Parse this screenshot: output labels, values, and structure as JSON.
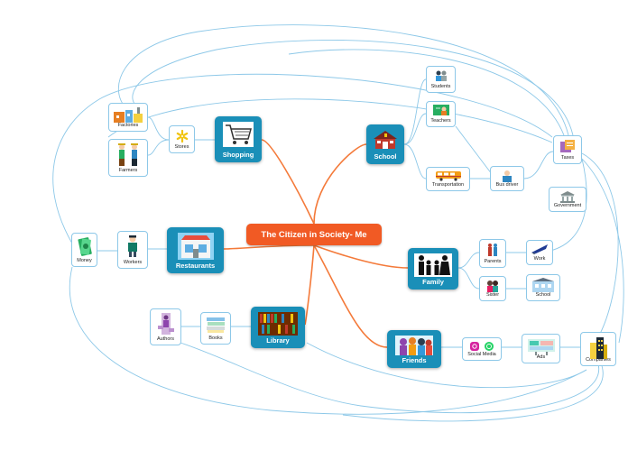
{
  "central": "The Citizen in Society- Me",
  "main_nodes": {
    "school": "School",
    "shopping": "Shopping",
    "family": "Family",
    "restaurants": "Restaurants",
    "library": "Library",
    "friends": "Friends"
  },
  "sub_nodes": {
    "students": "Students",
    "teachers": "Teachers",
    "transportation": "Transportation",
    "bus_driver": "Bus driver",
    "taxes": "Taxes",
    "government": "Government",
    "factories": "Factories",
    "farmers": "Farmers",
    "stores": "Stores",
    "parents": "Parents",
    "work": "Work",
    "sister": "Sister",
    "school2": "School",
    "money": "Money",
    "workers": "Workers",
    "authors": "Authors",
    "books": "Books",
    "social_media": "Social Media",
    "ads": "Ads",
    "companies": "Companies"
  },
  "colors": {
    "central": "#f15a24",
    "main": "#1a8fb8",
    "main_link": "#f47a3a",
    "sub_link": "#8dc8e8"
  }
}
